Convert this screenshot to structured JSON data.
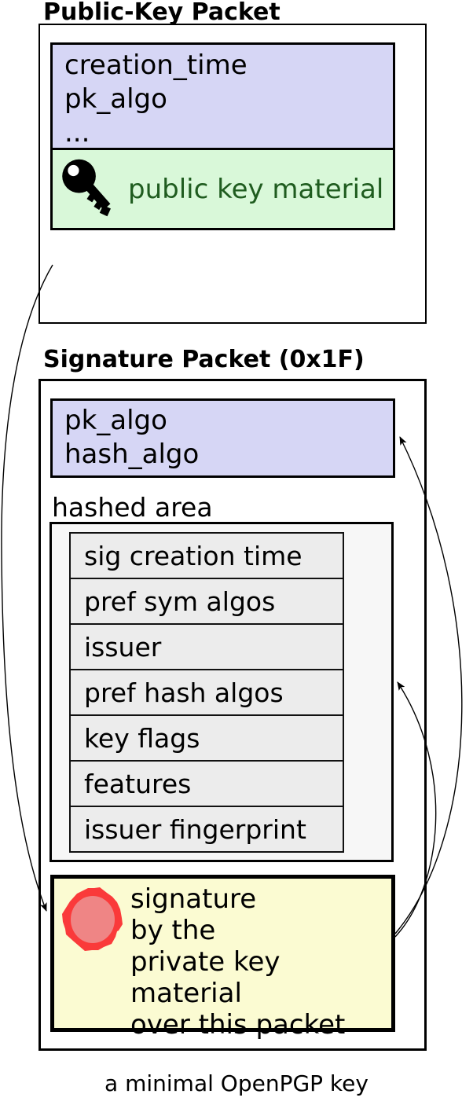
{
  "public_key_packet": {
    "title": "Public-Key Packet",
    "fields": [
      "creation_time",
      "pk_algo",
      "..."
    ],
    "material_label": "public key material",
    "material_icon": "key-icon"
  },
  "signature_packet": {
    "title": "Signature Packet (0x1F)",
    "fields": [
      "pk_algo",
      "hash_algo"
    ],
    "hashed_area_label": "hashed area",
    "hashed_subpackets": [
      "sig creation time",
      "pref sym algos",
      "issuer",
      "pref hash algos",
      "key flags",
      "features",
      "issuer fingerprint"
    ],
    "signature_lines": [
      "signature",
      "by the",
      "private key material",
      "over this packet"
    ],
    "signature_icon": "seal-icon"
  },
  "caption": "a minimal OpenPGP key",
  "colors": {
    "fields_bg": "#d6d6f5",
    "material_bg": "#d9f8d9",
    "material_text": "#1f5c1f",
    "signature_bg": "#fbfbd2",
    "hashed_bg": "#f7f7f7",
    "subpacket_bg": "#ececec",
    "seal_ring": "#fa3a3a",
    "seal_center": "#ef8585",
    "line": "#000000"
  }
}
